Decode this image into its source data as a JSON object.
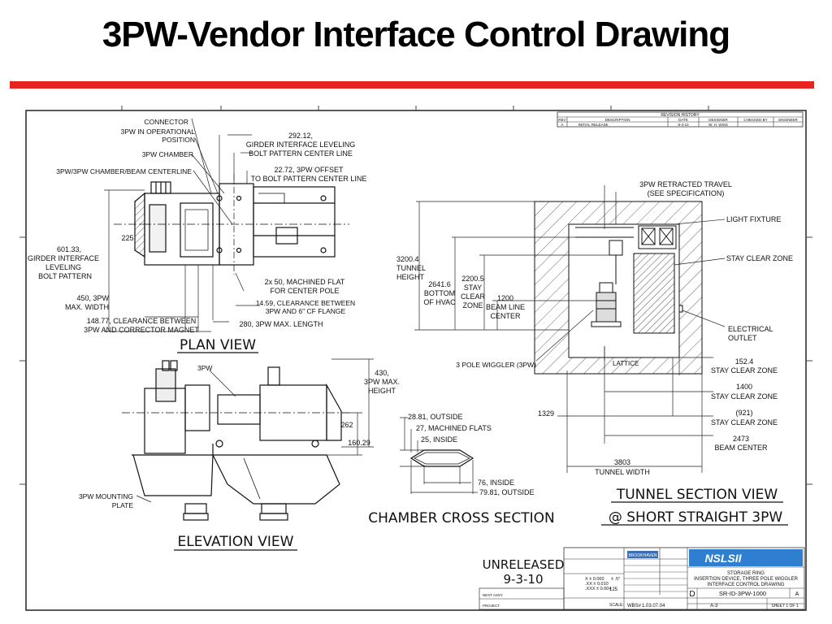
{
  "slide": {
    "title": "3PW-Vendor Interface Control Drawing"
  },
  "revision_history": {
    "title": "REVISION HISTORY",
    "headers": [
      "REV",
      "DESCRIPTION",
      "DATE",
      "DESIGNER",
      "CHECKED BY",
      "ENGINEER"
    ],
    "row": [
      "A",
      "INITIAL RELEASE",
      "9-3-10",
      "W. H. WISS",
      "",
      ""
    ]
  },
  "plan_view": {
    "label": "PLAN VIEW",
    "callouts": {
      "connector": "CONNECTOR",
      "op_pos_1": "3PW IN OPERATIONAL",
      "op_pos_2": "POSITION",
      "chamber": "3PW CHAMBER",
      "centerline": "3PW/3PW CHAMBER/BEAM CENTERLINE",
      "girder_1": "292.12,",
      "girder_2": "GIRDER INTERFACE LEVELING",
      "girder_3": "BOLT PATTERN CENTER LINE",
      "offset_1": "22.72, 3PW OFFSET",
      "offset_2": "TO BOLT PATTERN CENTER LINE",
      "dim_225": "225",
      "bolt_1": "601.33,",
      "bolt_2": "GIRDER INTERFACE",
      "bolt_3": "LEVELING",
      "bolt_4": "BOLT PATTERN",
      "flat_1": "2x 50, MACHINED FLAT",
      "flat_2": "FOR CENTER POLE",
      "clr_1": "14.59, CLEARANCE BETWEEN",
      "clr_2": "3PW AND 6\" CF FLANGE",
      "width_1": "450, 3PW",
      "width_2": "MAX. WIDTH",
      "corr_1": "148.77, CLEARANCE BETWEEN",
      "corr_2": "3PW AND CORRECTOR MAGNET",
      "length": "280, 3PW MAX. LENGTH"
    }
  },
  "elevation_view": {
    "label": "ELEVATION VIEW",
    "callouts": {
      "pw": "3PW",
      "height_1": "430,",
      "height_2": "3PW MAX.",
      "height_3": "HEIGHT",
      "dim_262": "262",
      "dim_160": "160.29",
      "mount_1": "3PW MOUNTING",
      "mount_2": "PLATE"
    }
  },
  "chamber_section": {
    "label": "CHAMBER CROSS SECTION",
    "callouts": {
      "outside_top": "28.81, OUTSIDE",
      "flats": "27, MACHINED FLATS",
      "inside_top": "25, INSIDE",
      "inside_bot": "76, INSIDE",
      "outside_bot": "79.81, OUTSIDE"
    }
  },
  "tunnel_section": {
    "label_1": "TUNNEL SECTION VIEW",
    "label_2": "@ SHORT STRAIGHT 3PW",
    "callouts": {
      "retract_1": "3PW RETRACTED TRAVEL",
      "retract_2": "(SEE SPECIFICATION)",
      "light": "LIGHT FIXTURE",
      "stay_clear": "STAY CLEAR ZONE",
      "elec_1": "ELECTRICAL",
      "elec_2": "OUTLET",
      "th_1": "3200.4",
      "th_2": "TUNNEL",
      "th_3": "HEIGHT",
      "hvac_1": "2641.6",
      "hvac_2": "BOTTOM",
      "hvac_3": "OF HVAC",
      "scz_1": "2200.5",
      "scz_2": "STAY",
      "scz_3": "CLEAR",
      "scz_4": "ZONE",
      "bl_1": "1200",
      "bl_2": "BEAM LINE",
      "bl_3": "CENTER",
      "wiggler": "3 POLE WIGGLER (3PW)",
      "lattice": "LATTICE",
      "d152_1": "152.4",
      "d152_2": "STAY CLEAR ZONE",
      "d1400_1": "1400",
      "d1400_2": "STAY CLEAR ZONE",
      "d921_1": "(921)",
      "d921_2": "STAY CLEAR ZONE",
      "d1329": "1329",
      "d2473_1": "2473",
      "d2473_2": "BEAM CENTER",
      "d3803_1": "3803",
      "d3803_2": "TUNNEL WIDTH"
    }
  },
  "status": {
    "line1": "UNRELEASED",
    "line2": "9-3-10"
  },
  "title_block": {
    "logo": "NSLSII",
    "company": "BROOKHAVEN",
    "title_1": "STORAGE RING",
    "title_2": "INSERTION DEVICE, THREE POLE WIGGLER",
    "title_3": "INTERFACE CONTROL DRAWING",
    "size": "D",
    "dwg_no": "SR-ID-3PW-1000",
    "rev": "A",
    "wbs_label": "WBS#",
    "wbs": "1.03.07.04",
    "level": "A-3",
    "sheet": "SHEET 1  OF 1",
    "scale": "SCALE:",
    "next_assy": "NEXT ASSY",
    "project": "PROJECT",
    "tol_x": "X  ±  0.060",
    "tol_xx": ".XX  ±  0.010",
    "tol_xxx": ".XXX  ±  0.004",
    "angle": "±  .5°",
    "finish": "125"
  }
}
